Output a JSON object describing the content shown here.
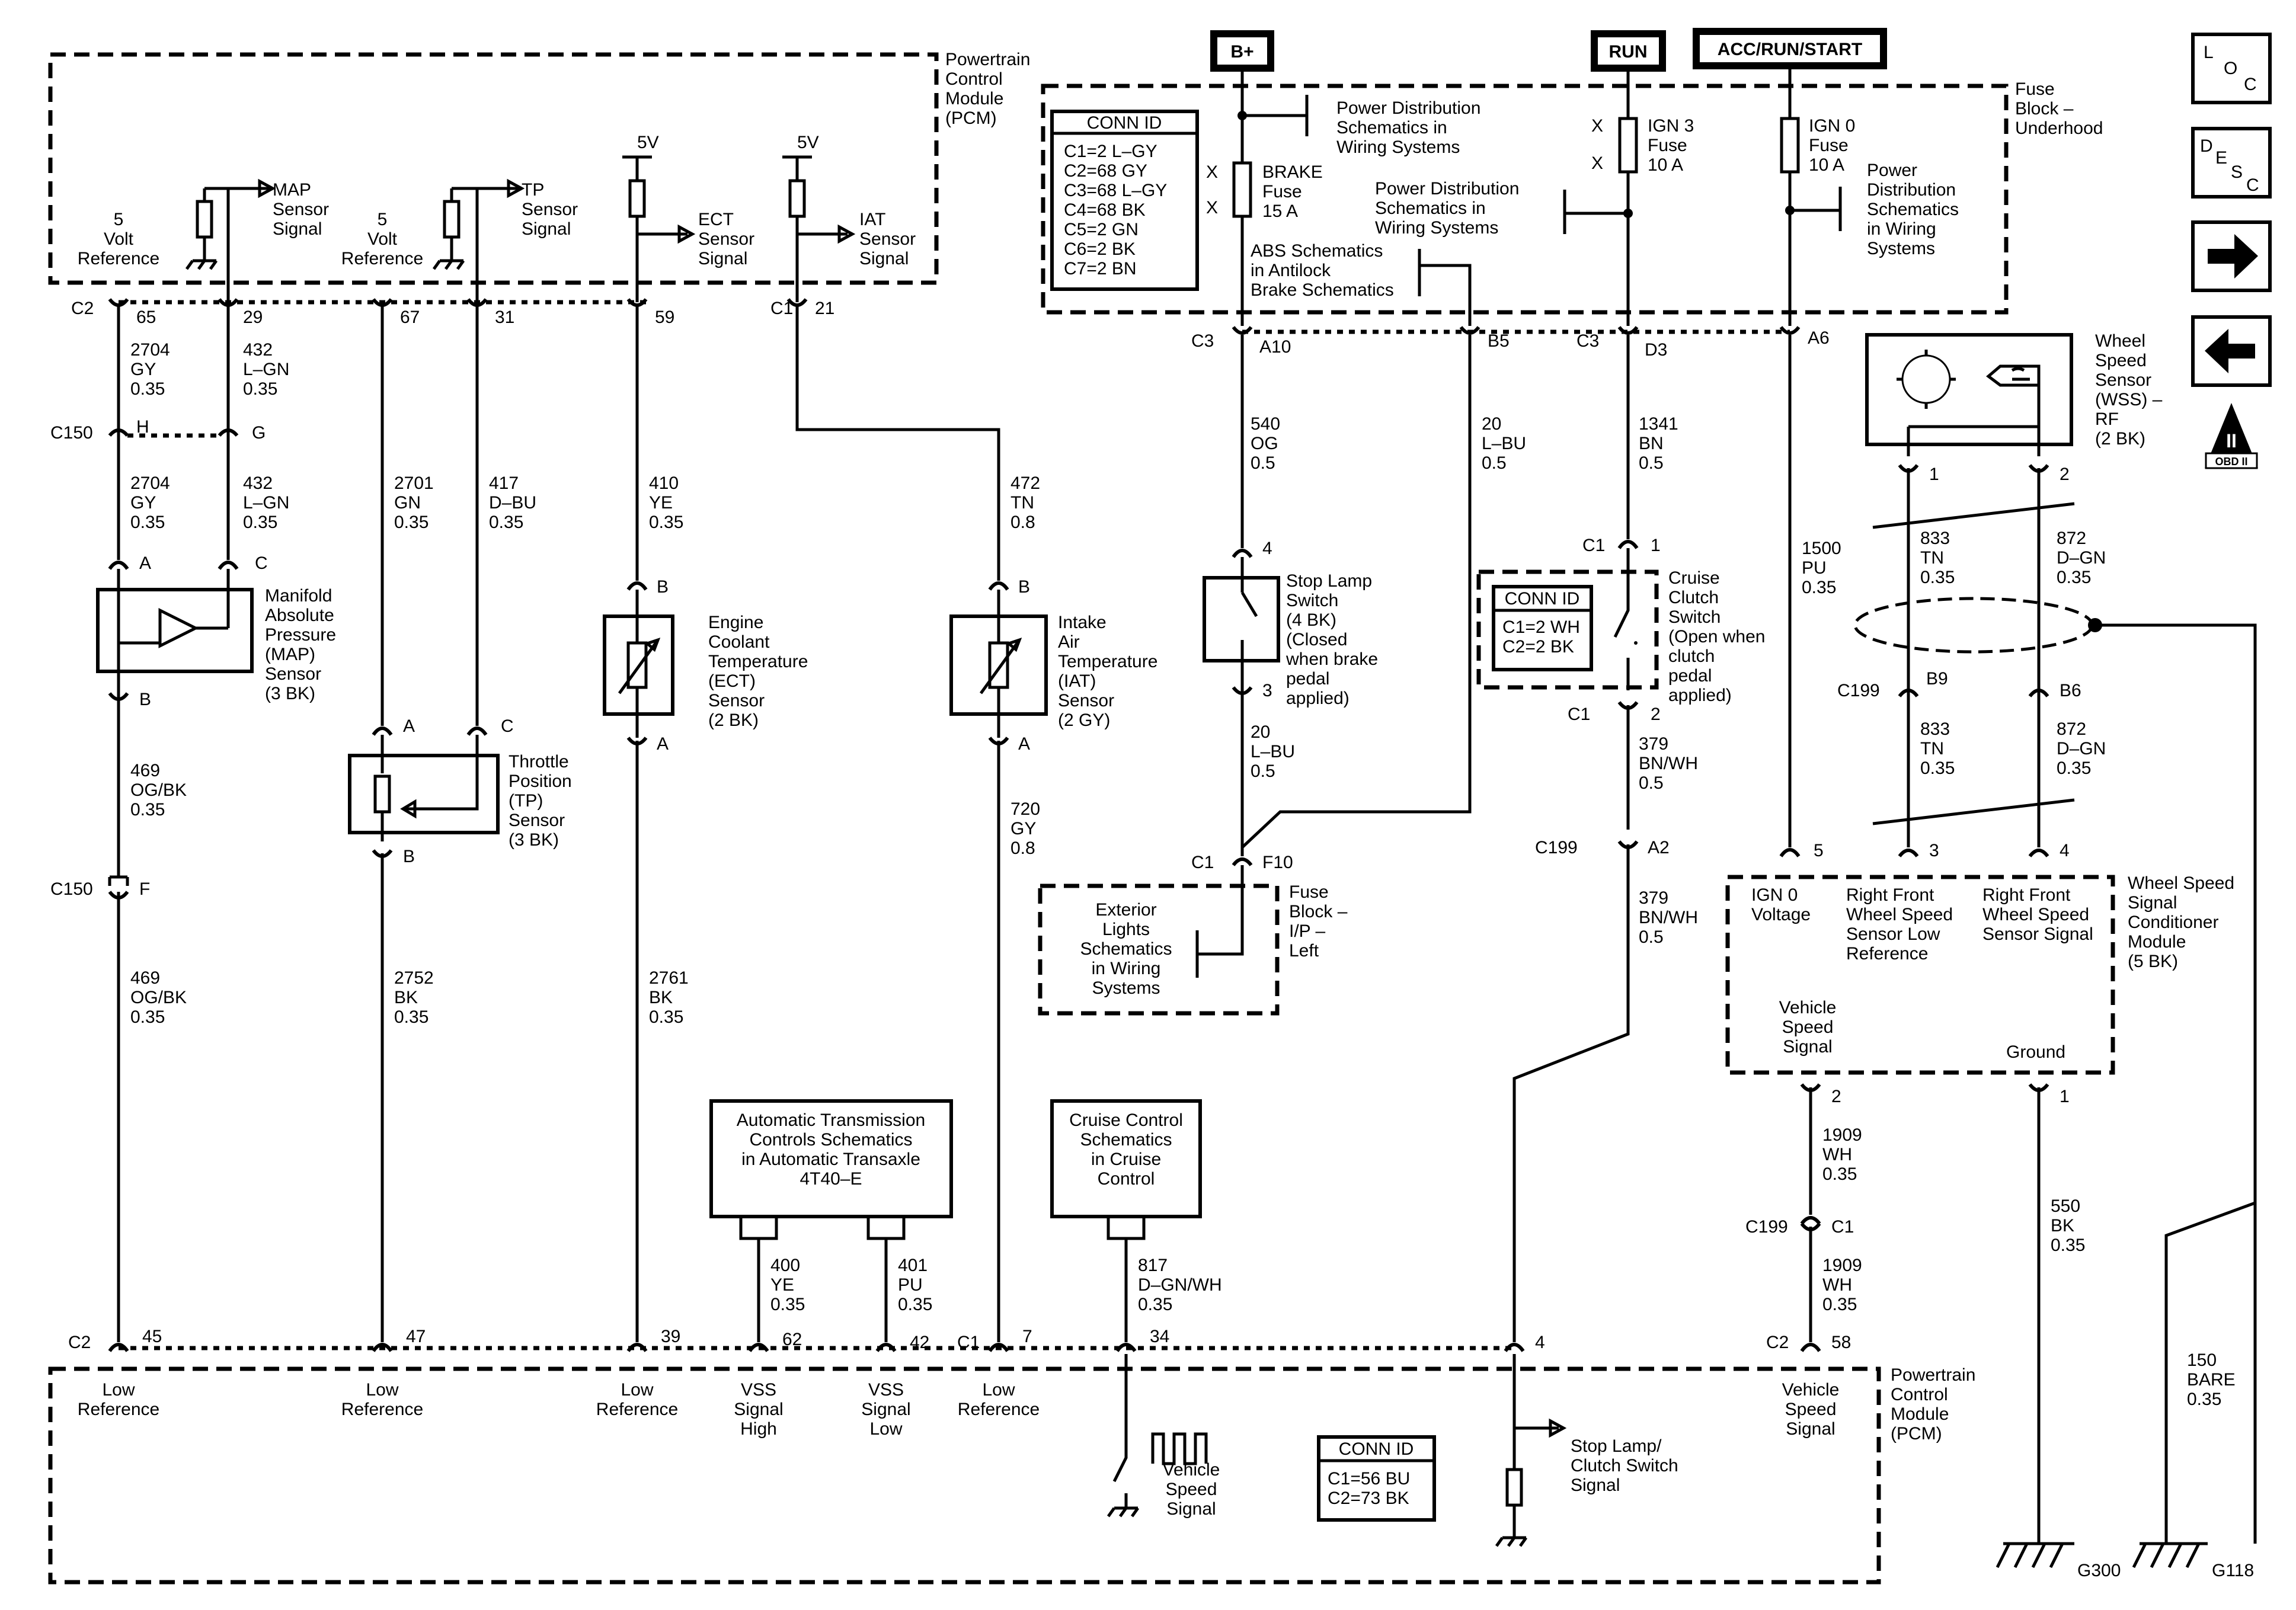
{
  "pcm_top": {
    "title": [
      "Powertrain",
      "Control",
      "Module",
      "(PCM)"
    ]
  },
  "pcm_bottom": {
    "title": [
      "Powertrain",
      "Control",
      "Module",
      "(PCM)"
    ]
  },
  "fuse_block_underhood": [
    "Fuse",
    "Block –",
    "Underhood"
  ],
  "fuse_block_ip": [
    "Fuse",
    "Block –",
    "I/P –",
    "Left"
  ],
  "power_labels": {
    "bplus": "B+",
    "run": "RUN",
    "acc": "ACC/RUN/START"
  },
  "nav_icons": {
    "loc": [
      "L",
      "O",
      "C"
    ],
    "desc": [
      "D",
      "E",
      "S",
      "C"
    ],
    "obd": [
      "II",
      "OBD II"
    ]
  },
  "conn_id_fuse": {
    "title": "CONN ID",
    "rows": [
      "C1=2 L–GY",
      "C2=68 GY",
      "C3=68 L–GY",
      "C4=68 BK",
      "C5=2 GN",
      "C6=2 BK",
      "C7=2 BN"
    ]
  },
  "conn_id_clutch": {
    "title": "CONN ID",
    "rows": [
      "C1=2 WH",
      "C2=2 BK"
    ]
  },
  "conn_id_pcm": {
    "title": "CONN ID",
    "rows": [
      "C1=56 BU",
      "C2=73 BK"
    ]
  },
  "pcm_top_labels": {
    "ref5v_a": [
      "5",
      "Volt",
      "Reference"
    ],
    "map_signal": [
      "MAP",
      "Sensor",
      "Signal"
    ],
    "ref5v_b": [
      "5",
      "Volt",
      "Reference"
    ],
    "tp_signal": [
      "TP",
      "Sensor",
      "Signal"
    ],
    "ect_signal": [
      "ECT",
      "Sensor",
      "Signal"
    ],
    "iat_signal": [
      "IAT",
      "Sensor",
      "Signal"
    ],
    "v5_a": "5V",
    "v5_b": "5V"
  },
  "pins_top": {
    "c2": "C2",
    "p65": "65",
    "p29": "29",
    "p67": "67",
    "p31": "31",
    "p59": "59",
    "c1": "C1",
    "p21": "21"
  },
  "c150": {
    "label": "C150",
    "h": "H",
    "g": "G",
    "f": "F"
  },
  "wires": {
    "w2704a": [
      "2704",
      "GY",
      "0.35"
    ],
    "w432a": [
      "432",
      "L–GN",
      "0.35"
    ],
    "w2704b": [
      "2704",
      "GY",
      "0.35"
    ],
    "w432b": [
      "432",
      "L–GN",
      "0.35"
    ],
    "w2701": [
      "2701",
      "GN",
      "0.35"
    ],
    "w417": [
      "417",
      "D–BU",
      "0.35"
    ],
    "w410": [
      "410",
      "YE",
      "0.35"
    ],
    "w472": [
      "472",
      "TN",
      "0.8"
    ],
    "w469a": [
      "469",
      "OG/BK",
      "0.35"
    ],
    "w469b": [
      "469",
      "OG/BK",
      "0.35"
    ],
    "w2752": [
      "2752",
      "BK",
      "0.35"
    ],
    "w2761": [
      "2761",
      "BK",
      "0.35"
    ],
    "w720": [
      "720",
      "GY",
      "0.8"
    ],
    "w540": [
      "540",
      "OG",
      "0.5"
    ],
    "w20a": [
      "20",
      "L–BU",
      "0.5"
    ],
    "w20b": [
      "20",
      "L–BU",
      "0.5"
    ],
    "w1341": [
      "1341",
      "BN",
      "0.5"
    ],
    "w379a": [
      "379",
      "BN/WH",
      "0.5"
    ],
    "w379b": [
      "379",
      "BN/WH",
      "0.5"
    ],
    "w1500": [
      "1500",
      "PU",
      "0.35"
    ],
    "w833a": [
      "833",
      "TN",
      "0.35"
    ],
    "w872a": [
      "872",
      "D–GN",
      "0.35"
    ],
    "w833b": [
      "833",
      "TN",
      "0.35"
    ],
    "w872b": [
      "872",
      "D–GN",
      "0.35"
    ],
    "w1909a": [
      "1909",
      "WH",
      "0.35"
    ],
    "w1909b": [
      "1909",
      "WH",
      "0.35"
    ],
    "w550": [
      "550",
      "BK",
      "0.35"
    ],
    "w150": [
      "150",
      "BARE",
      "0.35"
    ],
    "w400": [
      "400",
      "YE",
      "0.35"
    ],
    "w401": [
      "401",
      "PU",
      "0.35"
    ],
    "w817": [
      "817",
      "D–GN/WH",
      "0.35"
    ]
  },
  "sensors": {
    "map": [
      "Manifold",
      "Absolute",
      "Pressure",
      "(MAP)",
      "Sensor",
      "(3 BK)"
    ],
    "tp": [
      "Throttle",
      "Position",
      "(TP)",
      "Sensor",
      "(3 BK)"
    ],
    "ect": [
      "Engine",
      "Coolant",
      "Temperature",
      "(ECT)",
      "Sensor",
      "(2 BK)"
    ],
    "iat": [
      "Intake",
      "Air",
      "Temperature",
      "(IAT)",
      "Sensor",
      "(2 GY)"
    ],
    "stop_lamp": [
      "Stop Lamp",
      "Switch",
      "(4 BK)",
      "(Closed",
      "when brake",
      "pedal",
      "applied)"
    ],
    "clutch": [
      "Cruise",
      "Clutch",
      "Switch",
      "(Open when",
      "clutch",
      "pedal",
      "applied)"
    ],
    "wss": [
      "Wheel",
      "Speed",
      "Sensor",
      "(WSS) –",
      "RF",
      "(2 BK)"
    ],
    "wssc": [
      "Wheel Speed",
      "Signal",
      "Conditioner",
      "Module",
      "(5 BK)"
    ]
  },
  "sensor_pins": {
    "A": "A",
    "B": "B",
    "C": "C",
    "p1": "1",
    "p2": "2",
    "p3": "3",
    "p4": "4",
    "p5": "5"
  },
  "fuses": {
    "brake": [
      "BRAKE",
      "Fuse",
      "15 A"
    ],
    "ign3": [
      "IGN 3",
      "Fuse",
      "10 A"
    ],
    "ign0": [
      "IGN 0",
      "Fuse",
      "10 A"
    ]
  },
  "fuse_x": "X",
  "refs": {
    "pds1": [
      "Power Distribution",
      "Schematics in",
      "Wiring Systems"
    ],
    "pds2": [
      "Power Distribution",
      "Schematics in",
      "Wiring Systems"
    ],
    "pds3": [
      "Power",
      "Distribution",
      "Schematics",
      "in Wiring",
      "Systems"
    ],
    "abs": [
      "ABS Schematics",
      "in Antilock",
      "Brake Schematics"
    ],
    "ext_lights": [
      "Exterior",
      "Lights",
      "Schematics",
      "in Wiring",
      "Systems"
    ],
    "trans": [
      "Automatic Transmission",
      "Controls Schematics",
      "in Automatic Transaxle",
      "4T40–E"
    ],
    "cruise": [
      "Cruise Control",
      "Schematics",
      "in Cruise",
      "Control"
    ]
  },
  "fuse_pins": {
    "c3a": "C3",
    "a10": "A10",
    "b5": "B5",
    "c3b": "C3",
    "d3": "D3",
    "a6": "A6",
    "c1f": "C1",
    "f10": "F10"
  },
  "clutch_pins": {
    "c1": "C1",
    "p1": "1",
    "c1b": "C1",
    "p2": "2",
    "c199": "C199",
    "a2": "A2"
  },
  "c199_wss": {
    "label": "C199",
    "b9": "B9",
    "b6": "B6"
  },
  "c199_vss": {
    "label": "C199",
    "c1": "C1"
  },
  "wssc_labels": {
    "ign0": [
      "IGN 0",
      "Voltage"
    ],
    "rf_low": [
      "Right Front",
      "Wheel Speed",
      "Sensor Low",
      "Reference"
    ],
    "rf_sig": [
      "Right Front",
      "Wheel Speed",
      "Sensor Signal"
    ],
    "vss": [
      "Vehicle",
      "Speed",
      "Signal"
    ],
    "ground": "Ground"
  },
  "pins_bottom": {
    "c2a": "C2",
    "p45": "45",
    "p47": "47",
    "p39": "39",
    "p62": "62",
    "p42": "42",
    "c1": "C1",
    "p7": "7",
    "p34": "34",
    "p4": "4",
    "c2b": "C2",
    "p58": "58"
  },
  "pcm_bottom_labels": {
    "lr1": [
      "Low",
      "Reference"
    ],
    "lr2": [
      "Low",
      "Reference"
    ],
    "lr3": [
      "Low",
      "Reference"
    ],
    "vss_high": [
      "VSS",
      "Signal",
      "High"
    ],
    "vss_low": [
      "VSS",
      "Signal",
      "Low"
    ],
    "lr4": [
      "Low",
      "Reference"
    ],
    "vss_sig": [
      "Vehicle",
      "Speed",
      "Signal"
    ],
    "stop_clutch": [
      "Stop Lamp/",
      "Clutch Switch",
      "Signal"
    ],
    "vss_sig2": [
      "Vehicle",
      "Speed",
      "Signal"
    ]
  },
  "grounds": {
    "g300": "G300",
    "g118": "G118"
  }
}
